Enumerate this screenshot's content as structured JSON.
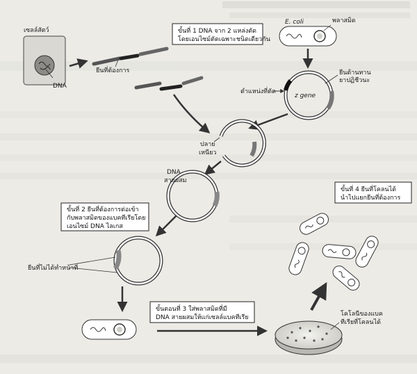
{
  "labels": {
    "animal_cell": "เซลล์สัตว์",
    "dna": "DNA",
    "target_gene": "ยีนที่ต้องการ",
    "ecoli": "E. coli",
    "plasmid": "พลาสมิด",
    "resistance_gene_1": "ยีนต้านทาน",
    "resistance_gene_2": "ยาปฏิชีวนะ",
    "cut_site": "ตำแหน่งที่ตัด",
    "z_gene": "z gene",
    "sticky_end_1": "ปลาย",
    "sticky_end_2": "เหนียว",
    "recombinant_dna_1": "DNA",
    "recombinant_dna_2": "สายผสม",
    "gene_not_working": "ยีนที่ไม่ได้ทำหน้าที่",
    "clone_colony_1": "โคโลนีของแบค",
    "clone_colony_2": "ทีเรียที่โคลนได้"
  },
  "steps": {
    "step1_line1": "ขั้นที่ 1 DNA จาก 2 แหล่งตัด",
    "step1_line2": "โดยเอนไซม์ตัดเฉพาะชนิดเดียวกัน",
    "step2_line1": "ขั้นที่ 2 ยีนที่ต้องการต่อเข้า",
    "step2_line2": "กับพลาสมิดของแบคทีเรียโดย",
    "step2_line3": "เอนไซม์ DNA ไลเกส",
    "step3_line1": "ขั้นตอนที่ 3 ใส่พลาสมิดที่มี",
    "step3_line2": "DNA สายผสมให้แก่เซลล์แบคทีเรีย",
    "step4_line1": "ขั้นที่ 4 ยีนที่โคลนได้",
    "step4_line2": "นำไปแยกยีนที่ต้องการ"
  }
}
